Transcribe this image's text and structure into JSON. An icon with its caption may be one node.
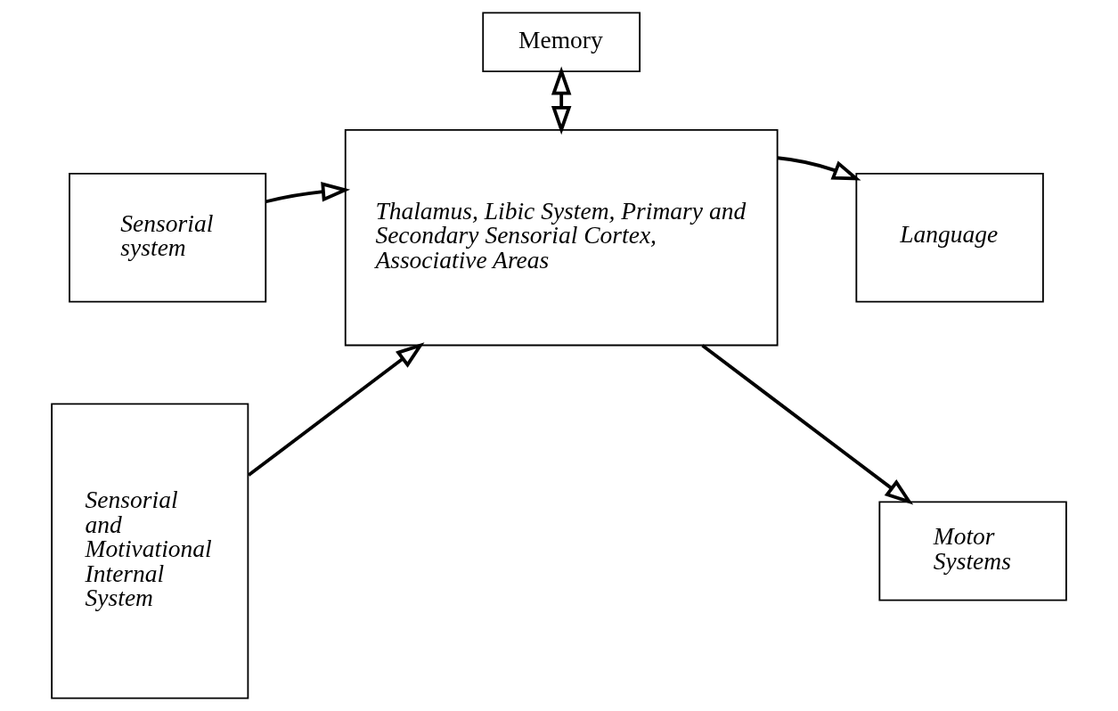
{
  "diagram": {
    "nodes": [
      {
        "text": [
          "Memory"
        ]
      },
      {
        "text": [
          "Sensorial system"
        ]
      },
      {
        "text": [
          "Language"
        ]
      },
      {
        "text": [
          "Thalamus, Libic System, Primary and Secondary Sensorial Cortex, Associative Areas"
        ]
      },
      {
        "text": [
          "Sensorial and Motivational Internal System"
        ]
      },
      {
        "text": [
          "Motor Systems"
        ]
      }
    ],
    "edges": [
      {
        "from": 0,
        "to": 3,
        "arrow": "both"
      },
      {
        "from": 1,
        "to": 3,
        "arrow": "to"
      },
      {
        "from": 3,
        "to": 2,
        "arrow": "to"
      },
      {
        "from": 4,
        "to": 3,
        "arrow": "to"
      },
      {
        "from": 3,
        "to": 5,
        "arrow": "to"
      }
    ]
  }
}
